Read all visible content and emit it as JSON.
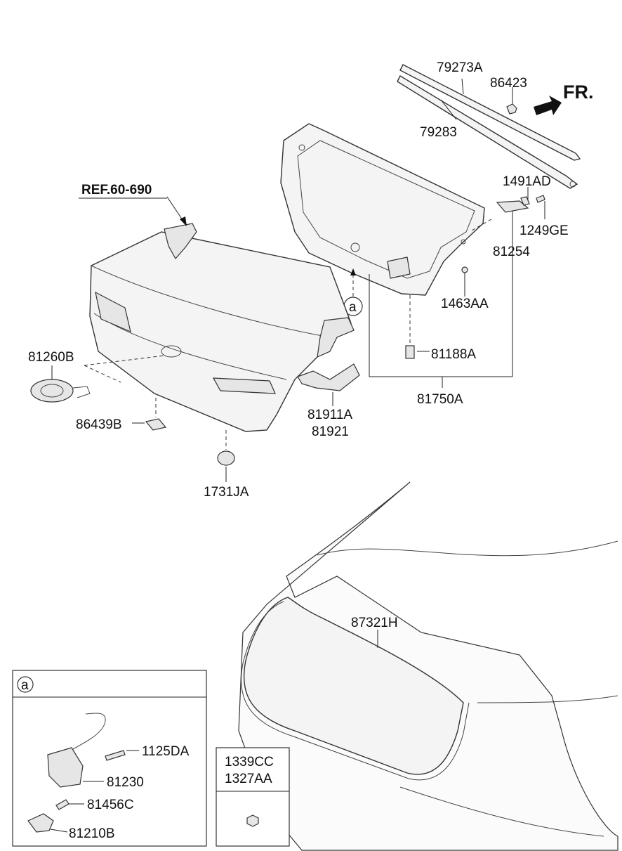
{
  "labels": {
    "p79273A": "79273A",
    "p86423": "86423",
    "p79283": "79283",
    "fr": "FR.",
    "p1491AD": "1491AD",
    "p1249GE": "1249GE",
    "p81254": "81254",
    "p1463AA": "1463AA",
    "ref": "REF.60-690",
    "p81188A": "81188A",
    "p81750A": "81750A",
    "p81260B": "81260B",
    "p86439B": "86439B",
    "p81911A": "81911A",
    "p81921": "81921",
    "p1731JA": "1731JA",
    "p87321H": "87321H",
    "p1125DA": "1125DA",
    "p81230": "81230",
    "p81456C": "81456C",
    "p81210B": "81210B",
    "p1339CC": "1339CC",
    "p1327AA": "1327AA",
    "callout_a": "a",
    "inset_a": "a"
  }
}
